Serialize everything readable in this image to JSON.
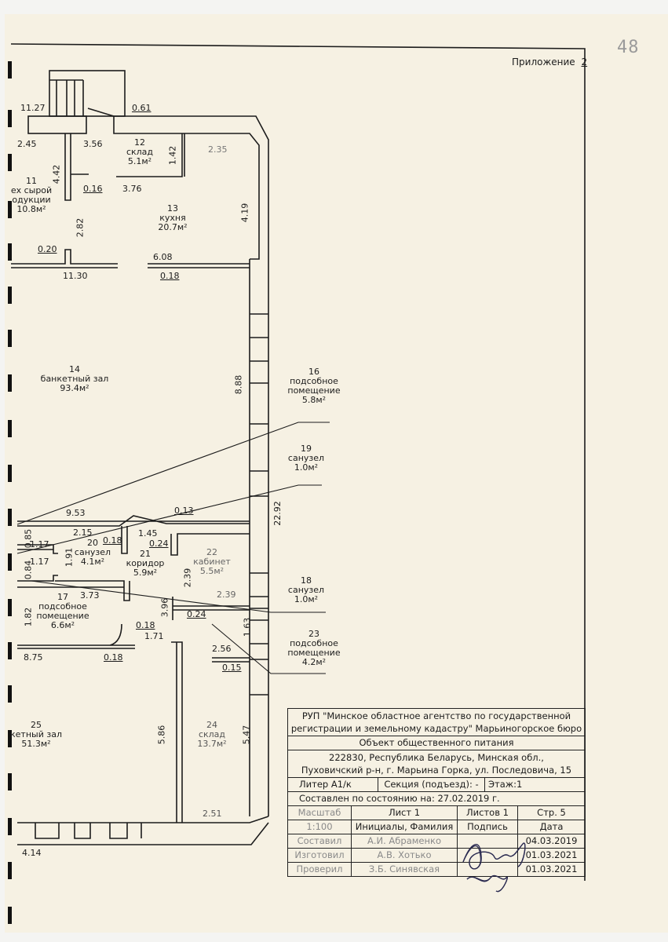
{
  "page": {
    "page_number": "48",
    "appendix_label": "Приложение",
    "appendix_number": "2"
  },
  "rooms": [
    {
      "num": "11",
      "name": "ех сырой",
      "name2": "одукции",
      "area": "10.8м²"
    },
    {
      "num": "12",
      "name": "склад",
      "area": "5.1м²"
    },
    {
      "num": "13",
      "name": "кухня",
      "area": "20.7м²"
    },
    {
      "num": "14",
      "name": "банкетный зал",
      "area": "93.4м²"
    },
    {
      "num": "16",
      "name": "подсобное",
      "name2": "помещение",
      "area": "5.8м²"
    },
    {
      "num": "19",
      "name": "санузел",
      "area": "1.0м²"
    },
    {
      "num": "20",
      "name": "санузел",
      "area": "4.1м²"
    },
    {
      "num": "21",
      "name": "коридор",
      "area": "5.9м²"
    },
    {
      "num": "22",
      "name": "кабинет",
      "area": "5.5м²"
    },
    {
      "num": "18",
      "name": "санузел",
      "area": "1.0м²"
    },
    {
      "num": "17",
      "name": "подсобное",
      "name2": "помещение",
      "area": "6.6м²"
    },
    {
      "num": "23",
      "name": "подсобное",
      "name2": "помещение",
      "area": "4.2м²"
    },
    {
      "num": "24",
      "name": "склад",
      "area": "13.7м²"
    },
    {
      "num": "25",
      "name": "кетный зал",
      "area": "51.3м²"
    }
  ],
  "dimensions": {
    "d1127": "11.27",
    "d061": "0.61",
    "d245": "2.45",
    "d356": "3.56",
    "d142": "1.42",
    "d235": "2.35",
    "d442": "4.42",
    "d016": "0.16",
    "d376": "3.76",
    "d419": "4.19",
    "d282": "2.82",
    "d020": "0.20",
    "d608": "6.08",
    "d1130": "11.30",
    "d018a": "0.18",
    "d888": "8.88",
    "d953": "9.53",
    "d013": "0.13",
    "d085": "0.85",
    "d215": "2.15",
    "d018b": "0.18",
    "d145": "1.45",
    "d117a": "1.17",
    "d024a": "0.24",
    "d191": "1.91",
    "d2292": "22.92",
    "d084": "0.84",
    "d117b": "1.17",
    "d239a": "2.39",
    "d239b": "2.39",
    "d373": "3.73",
    "d396": "3.96",
    "d024b": "0.24",
    "d182": "1.82",
    "d018c": "0.18",
    "d171": "1.71",
    "d163": "1.63",
    "d875": "8.75",
    "d018d": "0.18",
    "d256": "2.56",
    "d015": "0.15",
    "d586": "5.86",
    "d547": "5.47",
    "d251": "2.51",
    "d414": "4.14"
  },
  "title_block": {
    "org_line1": "РУП \"Минское областное агентство по государственной",
    "org_line2": "регистрации и земельному кадастру\" Марьиногорское бюро",
    "object": "Объект общественного питания",
    "address_line1": "222830, Республика Беларусь, Минская обл.,",
    "address_line2": "Пуховичский р-н, г. Марьина Горка, ул. Последовича, 15",
    "liter": "Литер А1/к",
    "section": "Секция (подъезд): -",
    "floor": "Этаж:1",
    "state_date": "Составлен по состоянию на: 27.02.2019 г.",
    "scale_label": "Масштаб",
    "sheet_label": "Лист    1",
    "sheets_label": "Листов 1",
    "page_label": "Стр.   5",
    "scale_value": "1:100",
    "col_name": "Инициалы, Фамилия",
    "col_sign": "Подпись",
    "col_date": "Дата",
    "rows": [
      {
        "role": "Составил",
        "name": "А.И. Абраменко",
        "date": "04.03.2019"
      },
      {
        "role": "Изготовил",
        "name": "А.В. Хотько",
        "date": "01.03.2021"
      },
      {
        "role": "Проверил",
        "name": "З.Б. Синявская",
        "date": "01.03.2021"
      }
    ]
  },
  "colors": {
    "paper": "#f6f1e3",
    "ink": "#1c1c1c",
    "faint": "#8a8a8a"
  }
}
